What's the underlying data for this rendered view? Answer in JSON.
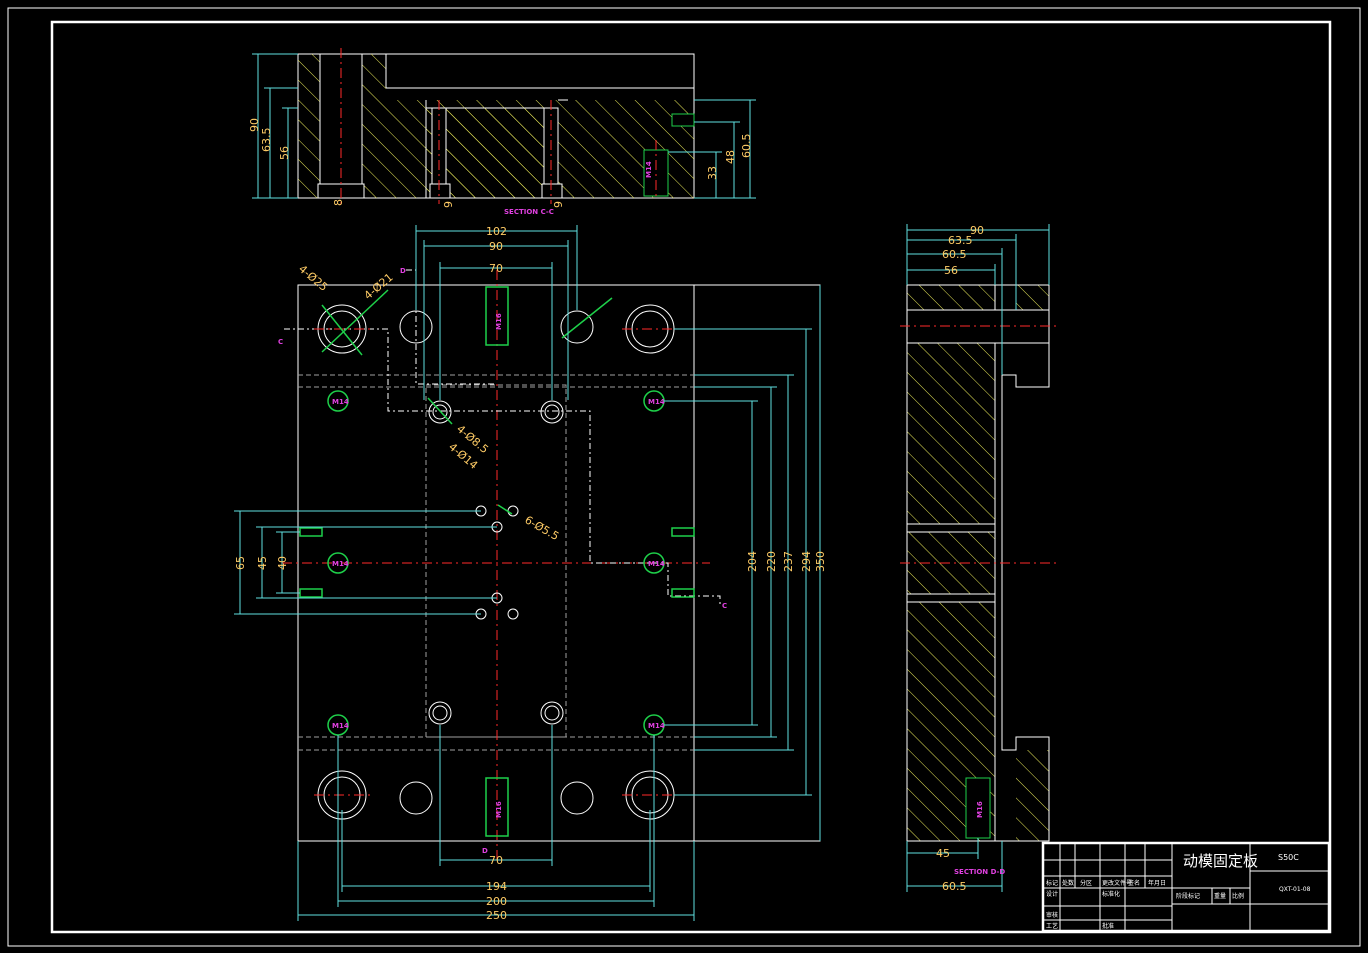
{
  "colors": {
    "background": "#000000",
    "outline": "#ffffff",
    "dimension": "#5fe0e0",
    "hatch": "#e8e85a",
    "centerline": "#ff2a2a",
    "label": "#e040e0",
    "dim_text": "#ffcc66",
    "leader": "#1ed04a"
  },
  "section_cc": {
    "label": "SECTION C-C",
    "dims_left": [
      "90",
      "63.5",
      "56"
    ],
    "dims_right": [
      "60.5",
      "48",
      "33"
    ],
    "dims_bottom": [
      "8",
      "9",
      "9"
    ],
    "thread": "M14"
  },
  "plan_view": {
    "dims_top": [
      "102",
      "90",
      "70"
    ],
    "dims_bottom": [
      "70",
      "194",
      "200",
      "250"
    ],
    "dims_right": [
      "204",
      "220",
      "237",
      "294",
      "350"
    ],
    "dims_left": [
      "65",
      "45",
      "40"
    ],
    "threads": [
      "M16",
      "M14"
    ],
    "notes": [
      "4-Ø25",
      "4-Ø21",
      "4-Ø8.5",
      "4-Ø14",
      "6-Ø5.5"
    ],
    "section_letters": [
      "C",
      "D"
    ]
  },
  "section_dd": {
    "label": "SECTION D-D",
    "dims_top": [
      "90",
      "63.5",
      "60.5",
      "56"
    ],
    "dims_bottom": [
      "45",
      "60.5"
    ],
    "thread": "M16"
  },
  "title_block": {
    "part_name": "动模固定板",
    "material": "S50C",
    "drawing_no": "QXT-01-08",
    "header_cells": [
      "标记",
      "处数",
      "分区",
      "更改文件号",
      "签名",
      "年月日"
    ],
    "row_labels": [
      "设计",
      "标准化",
      "审核",
      "工艺",
      "批准"
    ],
    "stage_label": "阶段标记",
    "weight_label": "重量",
    "scale_label": "比例"
  }
}
